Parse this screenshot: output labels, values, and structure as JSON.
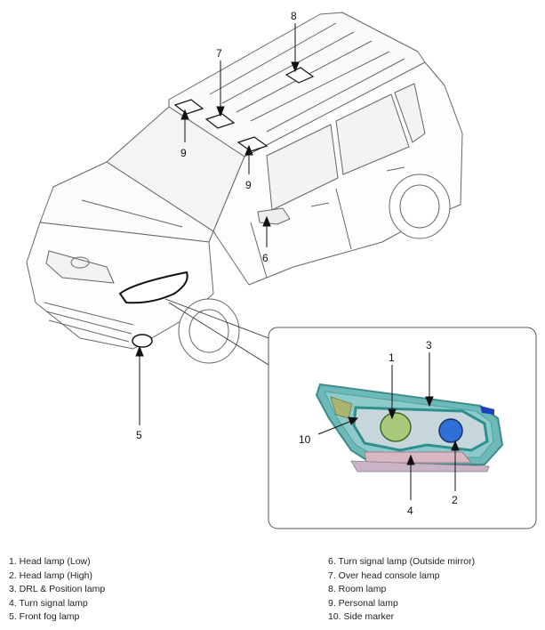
{
  "callouts": {
    "c1": "1",
    "c2": "2",
    "c3": "3",
    "c4": "4",
    "c5": "5",
    "c6": "6",
    "c7": "7",
    "c8": "8",
    "c9a": "9",
    "c9b": "9",
    "c10": "10"
  },
  "legend": {
    "left": [
      "1. Head lamp (Low)",
      "2. Head lamp (High)",
      "3. DRL & Position lamp",
      "4. Turn signal lamp",
      "5. Front fog lamp"
    ],
    "right": [
      "6. Turn signal lamp (Outside mirror)",
      "7. Over head console lamp",
      "8. Room lamp",
      "9. Personal lamp",
      "10. Side marker"
    ]
  },
  "colors": {
    "housing": "#4aa3a3",
    "low_beam": "#a8c87a",
    "high_beam": "#2f6fd6",
    "outline": "#555555"
  }
}
